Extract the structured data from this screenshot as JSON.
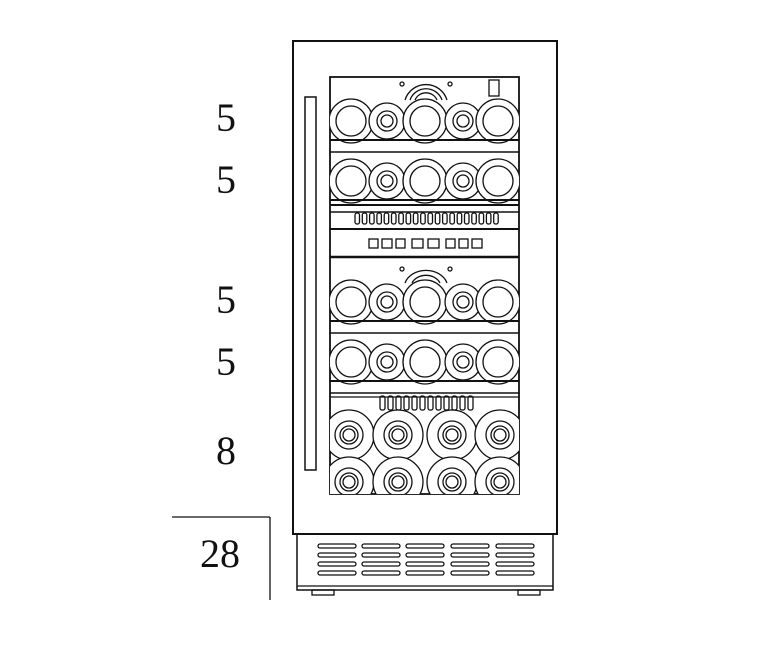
{
  "diagram": {
    "row_labels": [
      "5",
      "5",
      "5",
      "5",
      "8"
    ],
    "base_label": "28",
    "line_color": "#111111"
  }
}
